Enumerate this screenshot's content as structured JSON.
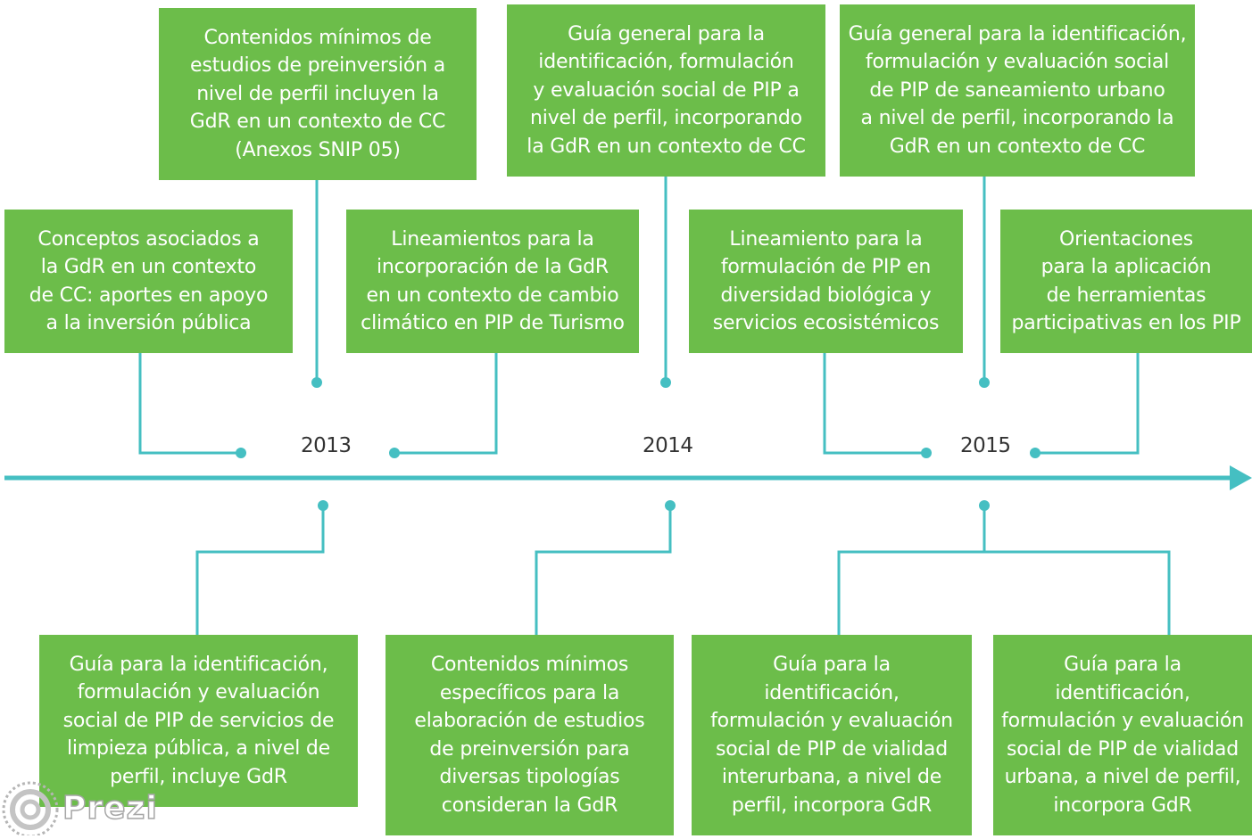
{
  "colors": {
    "box": "#6cbd4a",
    "line": "#45bfc2",
    "year_text": "#333333"
  },
  "years": [
    "2013",
    "2014",
    "2015"
  ],
  "top_upper": [
    "Contenidos mínimos de\nestudios de preinversión a\nnivel de perfil incluyen la\nGdR en un contexto de CC\n(Anexos SNIP 05)",
    "Guía general para la\nidentificación, formulación\ny evaluación social de PIP a\nnivel de perfil, incorporando\nla GdR en un contexto de CC",
    "Guía general para la identificación,\nformulación y evaluación social\nde PIP de saneamiento urbano\na nivel de perfil, incorporando  la\nGdR en un contexto de CC"
  ],
  "top_lower": [
    "Conceptos asociados a\nla GdR en un contexto\nde CC: aportes en apoyo\na la inversión pública",
    "Lineamientos para la\nincorporación de la GdR\nen un contexto de cambio\nclimático en PIP de Turismo",
    "Lineamiento para la\nformulación de PIP en\ndiversidad biológica y\nservicios ecosistémicos",
    "Orientaciones\npara la aplicación\nde herramientas\nparticipativas en los PIP"
  ],
  "bottom": [
    "Guía para la identificación,\nformulación y evaluación\nsocial de PIP de servicios de\nlimpieza pública, a nivel de\nperfil, incluye GdR",
    "Contenidos mínimos\nespecíficos para la\nelaboración de estudios\nde preinversión para\ndiversas tipologías\nconsideran la GdR",
    "Guía para la\nidentificación,\nformulación y evaluación\nsocial de PIP de vialidad\ninterurbana, a nivel de\nperfil, incorpora GdR",
    "Guía para la\nidentificación,\nformulación y evaluación\nsocial de PIP de vialidad\nurbana, a nivel de perfil,\nincorpora GdR"
  ],
  "watermark": {
    "text": "Prezi",
    "icon": "prezi-logo-icon"
  }
}
